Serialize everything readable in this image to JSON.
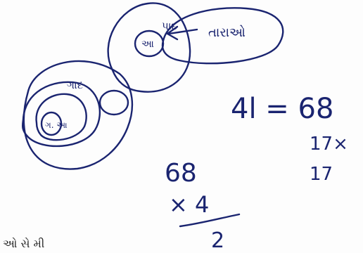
{
  "diagram": {
    "outer_left_label": "ગાદ",
    "inner_left_label": "ગ. આ",
    "middle_circle_label": "આ",
    "middle_arrow_label": "પાદ",
    "right_oval_label": "તારાઓ"
  },
  "math": {
    "equation": "4l = 68",
    "note_line1": "17×",
    "note_line2": "17",
    "mult_top": "68",
    "mult_bottom": "× 4",
    "mult_result": "2"
  },
  "footer": {
    "printed_fragment": "ઓ સે મી"
  },
  "colors": {
    "ink": "#1a2470",
    "paper": "#fdfdfd"
  }
}
